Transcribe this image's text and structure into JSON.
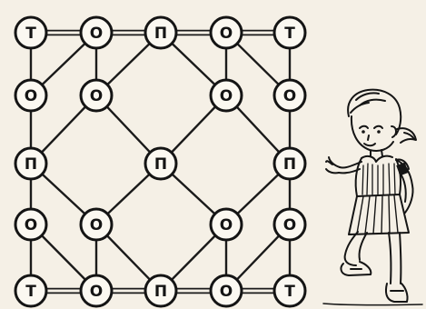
{
  "puzzle": {
    "nodes": [
      {
        "id": "n-top-1",
        "letter": "Т"
      },
      {
        "id": "n-top-2",
        "letter": "О"
      },
      {
        "id": "n-top-3",
        "letter": "П"
      },
      {
        "id": "n-top-4",
        "letter": "О"
      },
      {
        "id": "n-top-5",
        "letter": "Т"
      },
      {
        "id": "n-row2-1",
        "letter": "О"
      },
      {
        "id": "n-row2-2",
        "letter": "О"
      },
      {
        "id": "n-row2-4",
        "letter": "О"
      },
      {
        "id": "n-row2-5",
        "letter": "О"
      },
      {
        "id": "n-mid-1",
        "letter": "П"
      },
      {
        "id": "n-mid-3",
        "letter": "П"
      },
      {
        "id": "n-mid-5",
        "letter": "П"
      },
      {
        "id": "n-row4-1",
        "letter": "О"
      },
      {
        "id": "n-row4-2",
        "letter": "О"
      },
      {
        "id": "n-row4-4",
        "letter": "О"
      },
      {
        "id": "n-row4-5",
        "letter": "О"
      },
      {
        "id": "n-bot-1",
        "letter": "Т"
      },
      {
        "id": "n-bot-2",
        "letter": "О"
      },
      {
        "id": "n-bot-3",
        "letter": "П"
      },
      {
        "id": "n-bot-4",
        "letter": "О"
      },
      {
        "id": "n-bot-5",
        "letter": "Т"
      }
    ]
  }
}
